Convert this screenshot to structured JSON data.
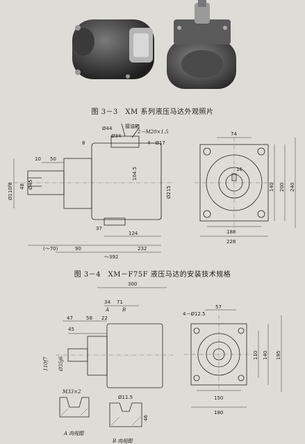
{
  "fig33": {
    "caption": "图 3－3　XM 系列液压马达外观照片"
  },
  "fig34": {
    "caption": "图 3－4　XM－F75F 液压马达的安装技术规格",
    "labels": {
      "d44": "Ø44",
      "d34": "Ø34",
      "oil_box": "接油箱",
      "m20": "2－M20×1.5",
      "d17": "4－Ø17",
      "n8": "8",
      "n10": "10",
      "n50": "50",
      "n104": "104.5",
      "d110": "Ø110f8",
      "n48": "48",
      "d45": "Ø45",
      "d215": "Ø215",
      "n37": "37",
      "n124": "124",
      "n70": "(～70)",
      "n90": "90",
      "n232": "232",
      "n392": "～392",
      "n74": "74",
      "n16": "16",
      "n140": "140",
      "n200": "200",
      "n240": "240",
      "n188": "188",
      "n228": "228"
    }
  },
  "fig35": {
    "labels": {
      "n300": "300",
      "n34": "34",
      "n71": "71",
      "a": "A",
      "b": "B",
      "n47": "47",
      "n58": "58",
      "n22": "22",
      "n45": "45",
      "d35": "Ø35j6",
      "n110": "110f7",
      "d125": "4－Ø12.5",
      "n57": "57",
      "n110r": "110",
      "n140r": "140",
      "n195": "195",
      "n150": "150",
      "n180": "180",
      "m33": "M33×2",
      "d115": "Ø11.5",
      "n46": "46",
      "view_a": "A 向视图",
      "view_b": "B 向视图"
    }
  }
}
